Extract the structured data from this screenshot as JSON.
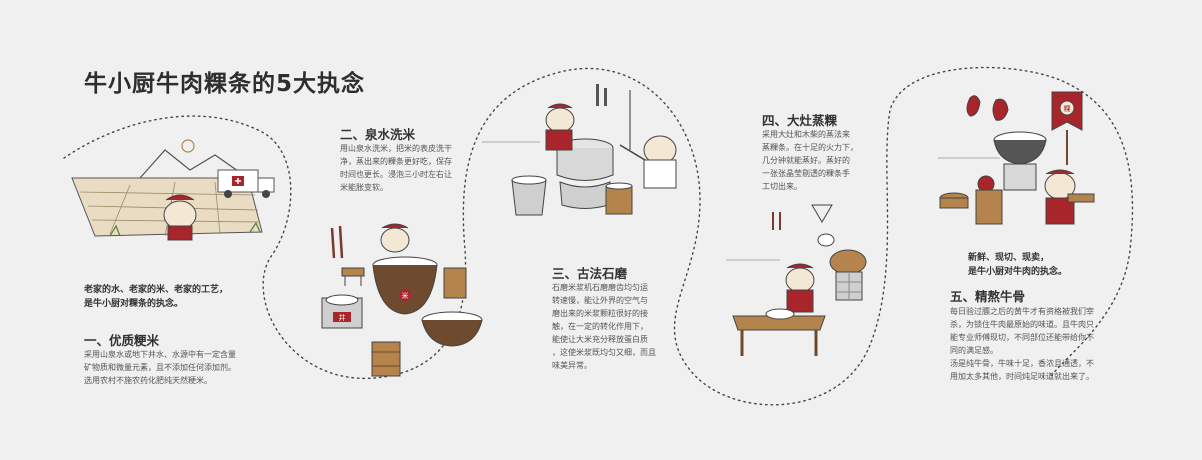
{
  "page": {
    "title": "牛小厨牛肉粿条的5大执念"
  },
  "palette": {
    "background": "#f0f0f0",
    "accent_red": "#a8252b",
    "brown": "#6e4a2e",
    "wood": "#b5834c",
    "cream": "#f3e8d4",
    "text": "#333333"
  },
  "sections": [
    {
      "intro": "老家的水、老家的米、老家的工艺，\n是牛小厨对粿条的执念。",
      "heading": "一、优质粳米",
      "body": "采用山泉水或地下井水、水源中有一定含量\n矿物质和微量元素，且不添加任何添加剂。\n选用农村不施农药化肥纯天然粳米。"
    },
    {
      "heading": "二、泉水洗米",
      "body": "用山泉水洗米，把米的表皮洗干\n净，蒸出来的粿条更好吃，保存\n时间也更长。浸泡三小时左右让\n米能胀变软。"
    },
    {
      "heading": "三、古法石磨",
      "body": "石磨米浆机石磨磨齿均匀运\n转速慢，能让外界的空气与\n磨出来的米浆颗粒很好的接\n触，在一定的转化作用下，\n能使让大米充分释放蛋白质\n，这使米浆既均匀又细，而且\n味美异常。"
    },
    {
      "heading": "四、大灶蒸粿",
      "body": "采用大灶和木柴的蒸法来\n蒸粿条。在十足的火力下，\n几分钟就能蒸好。蒸好的\n一张张晶莹剔透的粿条手\n工切出来。"
    },
    {
      "intro": "新鲜、现切、现卖，\n是牛小厨对牛肉的执念。",
      "heading": "五、精熬牛骨",
      "body": "每日验过膘之后的黄牛才有资格被我们宰\n杀，为锁住牛肉最原始的味道。且牛肉只\n能专业师傅现切，不同部位还能带给你不\n同的满足感。\n汤是纯牛骨，牛味十足，香浓且通透，不\n用加太多其他，时间炖足味道就出来了。"
    }
  ],
  "illustrations": {
    "truck_badge_icon": "red-cross-icon",
    "jar_label": "米",
    "well_label": "井",
    "banner_label": "粿"
  }
}
